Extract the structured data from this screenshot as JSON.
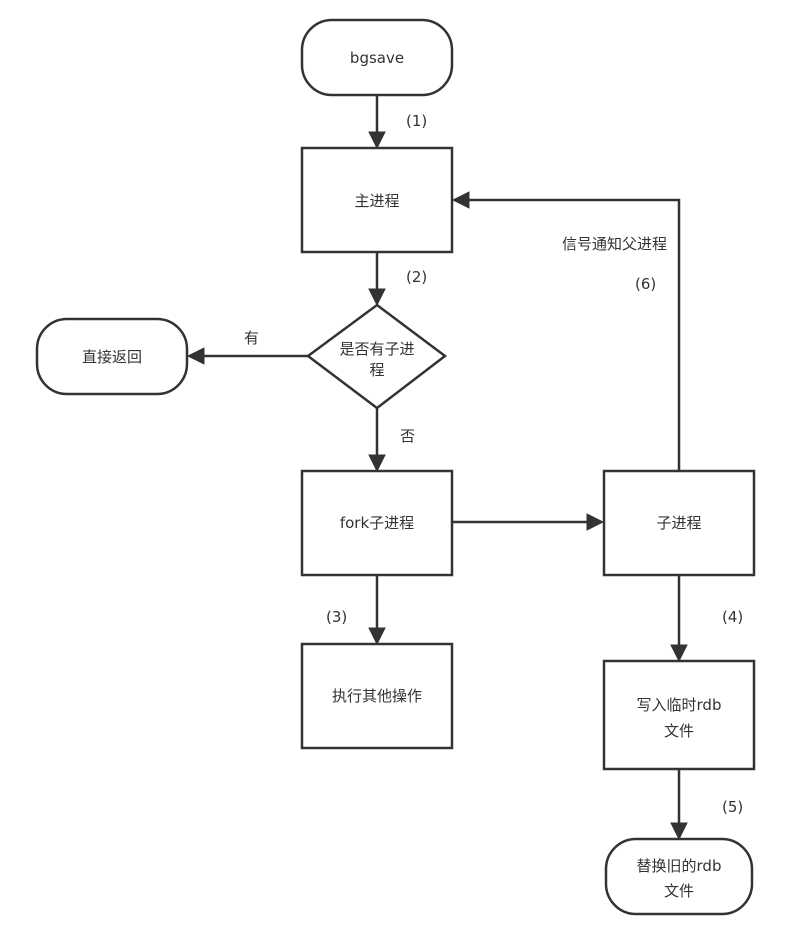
{
  "nodes": {
    "bgsave": "bgsave",
    "main_process": "主进程",
    "has_child_line1": "是否有子进",
    "has_child_line2": "程",
    "return_direct": "直接返回",
    "fork_child": "fork子进程",
    "child_process": "子进程",
    "do_other": "执行其他操作",
    "write_tmp_line1": "写入临时rdb",
    "write_tmp_line2": "文件",
    "replace_line1": "替换旧的rdb",
    "replace_line2": "文件"
  },
  "edges": {
    "step1": "(1)",
    "step2": "(2)",
    "step3": "(3)",
    "step4": "(4)",
    "step5": "(5)",
    "step6": "(6)",
    "signal_parent": "信号通知父进程",
    "yes": "有",
    "no": "否"
  }
}
